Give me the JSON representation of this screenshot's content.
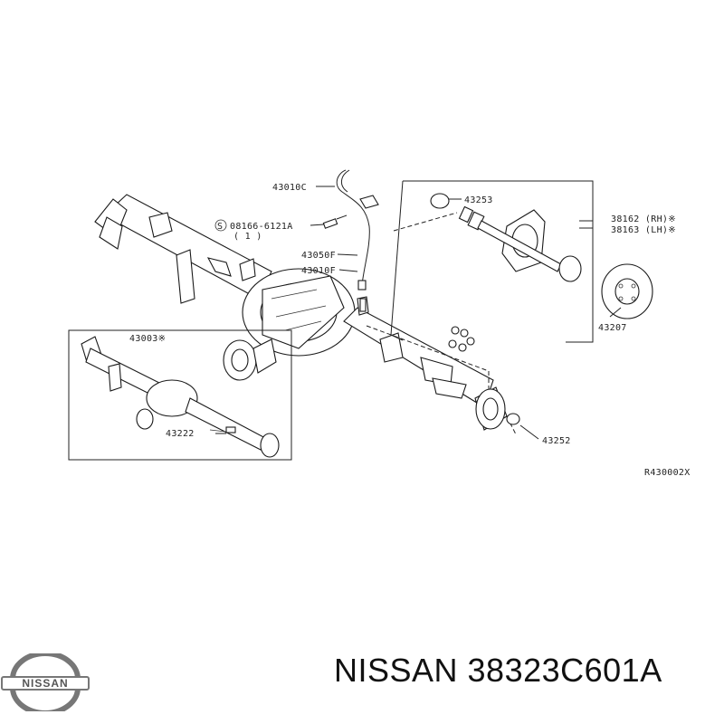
{
  "diagram": {
    "callouts": [
      {
        "id": "c1",
        "text": "43010C"
      },
      {
        "id": "c2",
        "text": "08166-6121A"
      },
      {
        "id": "c3",
        "text": "( 1 )"
      },
      {
        "id": "c4",
        "text": "43050F"
      },
      {
        "id": "c5",
        "text": "43010F"
      },
      {
        "id": "c6",
        "text": "43253"
      },
      {
        "id": "c7",
        "text": "38162 (RH)※"
      },
      {
        "id": "c8",
        "text": "38163 (LH)※"
      },
      {
        "id": "c9",
        "text": "43207"
      },
      {
        "id": "c10",
        "text": "43003※"
      },
      {
        "id": "c11",
        "text": "43222"
      },
      {
        "id": "c12",
        "text": "43252"
      }
    ],
    "bolt_marker": "S",
    "drawing_ref": "R430002X"
  },
  "brand": {
    "logo_text": "NISSAN",
    "caption": "NISSAN 38323C601A"
  },
  "colors": {
    "ink": "#222222",
    "logo": "#777777"
  }
}
